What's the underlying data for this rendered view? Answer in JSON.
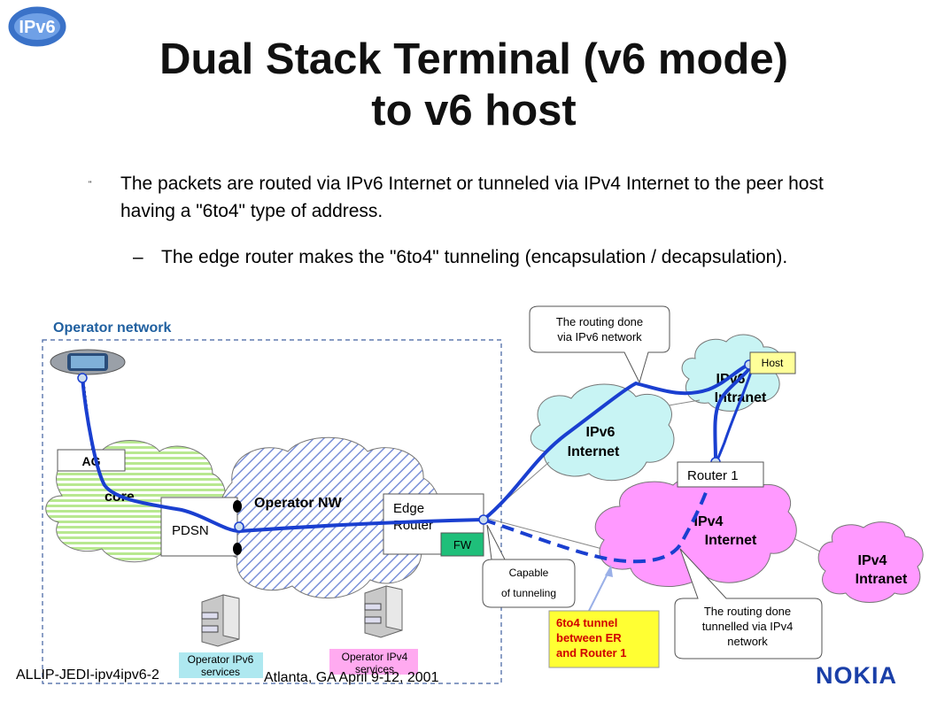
{
  "slide": {
    "title_line1": "Dual Stack Terminal (v6 mode)",
    "title_line2": "to v6 host",
    "bullet1": "The packets are routed via IPv6 Internet or tunneled via IPv4 Internet to the peer host having a \"6to4\" type of address.",
    "bullet2": "The edge router makes the \"6to4\" tunneling (encapsulation / decapsulation).",
    "sub_bullet_mark": "–",
    "footer": "ALLIP-JEDI-ipv4ipv6-2",
    "footer_right": "Atlanta, GA April 9-12, 2001",
    "logo_ipv6": "IPv6",
    "logo_nokia": "NOKIA"
  },
  "diagram": {
    "operator_network": "Operator network",
    "ag": "AG",
    "core": "core",
    "pdsn": "PDSN",
    "operator_nw": "Operator NW",
    "edge_router_line1": "Edge",
    "edge_router_line2": "Router",
    "fw": "FW",
    "ipv6_internet_line1": "IPv6",
    "ipv6_internet_line2": "Internet",
    "ipv6_intranet_line1": "IPv6",
    "ipv6_intranet_line2": "Intranet",
    "host": "Host",
    "router1": "Router 1",
    "ipv4_internet_line1": "IPv4",
    "ipv4_internet_line2": "Internet",
    "ipv4_intranet_line1": "IPv4",
    "ipv4_intranet_line2": "Intranet",
    "callout_v6_line1": "The routing done",
    "callout_v6_line2": "via IPv6 network",
    "callout_tunnel_line1": "Capable",
    "callout_tunnel_line2": "of tunneling",
    "callout_v4_line1": "The routing done",
    "callout_v4_line2": "tunnelled via IPv4",
    "callout_v4_line3": "network",
    "tunnel_label_line1": "6to4 tunnel",
    "tunnel_label_line2": "between ER",
    "tunnel_label_line3": "and Router 1",
    "svc_v6_line1": "Operator IPv6",
    "svc_v6_line2": "services",
    "svc_v4_line1": "Operator IPv4",
    "svc_v4_line2": "services"
  },
  "colors": {
    "route_line": "#1a3fd0",
    "ipv6_cloud": "#c8f4f4",
    "ipv4_cloud": "#ff99ff",
    "core_cloud": "#c8f0a8",
    "operator_cloud": "#b8c8f0",
    "fw": "#1fbf7a",
    "host": "#ffff99",
    "tunnel_label_bg": "#ffff33",
    "tunnel_label_text": "#d00000",
    "operator_label": "#2060a0",
    "nokia": "#1a3fa8"
  }
}
